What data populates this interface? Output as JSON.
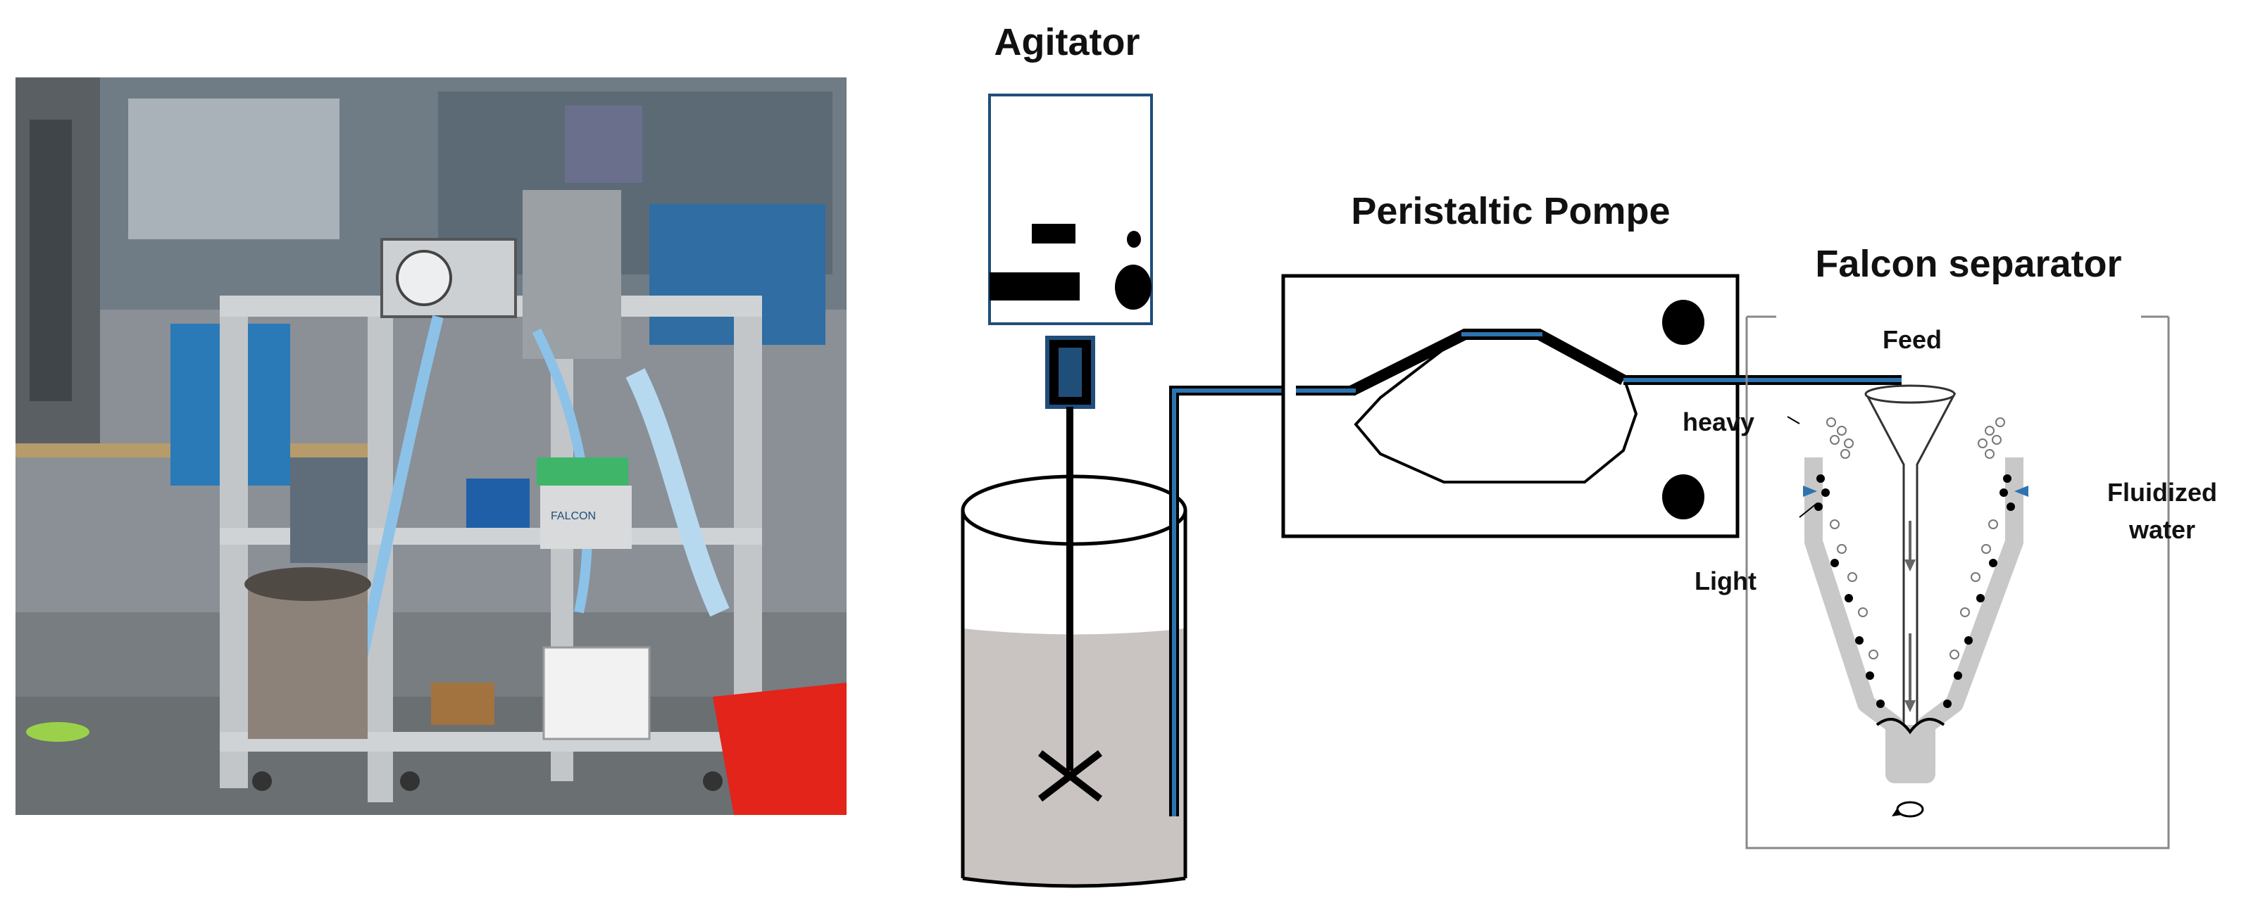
{
  "photo": {
    "description_icon": "lab-setup-photo",
    "brand_tag": "FALCON"
  },
  "labels": {
    "agitator": "Agitator",
    "pump": "Peristaltic Pompe",
    "falcon": "Falcon separator",
    "feed": "Feed",
    "heavy": "heavy",
    "light": "Light",
    "fluidized_line1": "Fluidized",
    "fluidized_line2": "water"
  },
  "colors": {
    "tube": "#1f4e79",
    "liquid": "#c9c4c1",
    "separator_wall": "#c8c8c8"
  }
}
